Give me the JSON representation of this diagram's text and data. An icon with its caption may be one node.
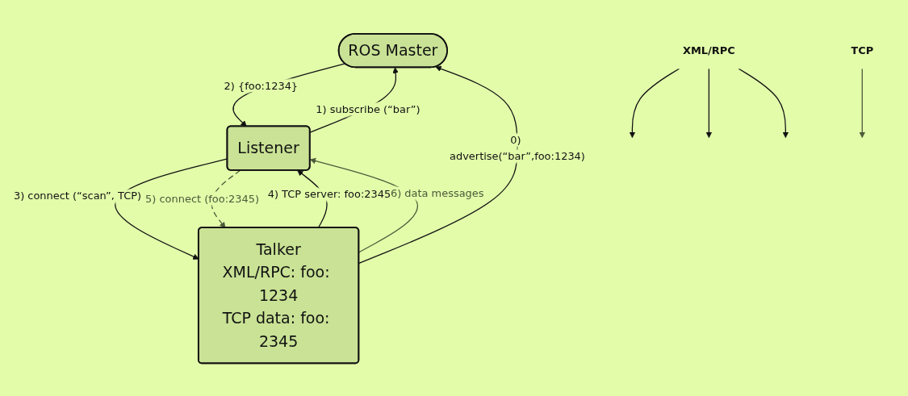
{
  "diagram": {
    "nodes": [
      {
        "text": [
          "ROS Master"
        ]
      },
      {
        "text": [
          "Talker",
          "XML/RPC: foo: 1234",
          "TCP data: foo: 2345"
        ]
      },
      {
        "text": [
          "Listener"
        ]
      },
      {
        "text": [
          "XML/RPC"
        ]
      },
      {
        "text": [
          "TCP"
        ]
      }
    ],
    "edges": [
      {
        "from": 1,
        "to": 0,
        "arrow": "to",
        "label": "0) advertise(“bar”,foo:1234)"
      },
      {
        "from": 2,
        "to": 0,
        "arrow": "to",
        "label": "1) subscribe (“bar”)"
      },
      {
        "from": 0,
        "to": 2,
        "arrow": "to",
        "label": "2) {foo:1234}"
      },
      {
        "from": 2,
        "to": 1,
        "arrow": "to",
        "label": "3) connect (“scan”, TCP)"
      },
      {
        "from": 1,
        "to": 2,
        "arrow": "to",
        "label": "4) TCP server: foo:2345"
      },
      {
        "from": 2,
        "to": 1,
        "arrow": "to",
        "label": "5) connect (foo:2345)",
        "style": "dashed",
        "color": "#4d5a3a"
      },
      {
        "from": 1,
        "to": 2,
        "arrow": "to",
        "label": "6) data messages",
        "color": "#4d5a3a"
      },
      {
        "from": 3,
        "to": null,
        "arrow": "to"
      },
      {
        "from": 3,
        "to": null,
        "arrow": "to"
      },
      {
        "from": 3,
        "to": null,
        "arrow": "to"
      },
      {
        "from": 4,
        "to": null,
        "arrow": "to",
        "color": "#4d5a3a"
      }
    ]
  }
}
